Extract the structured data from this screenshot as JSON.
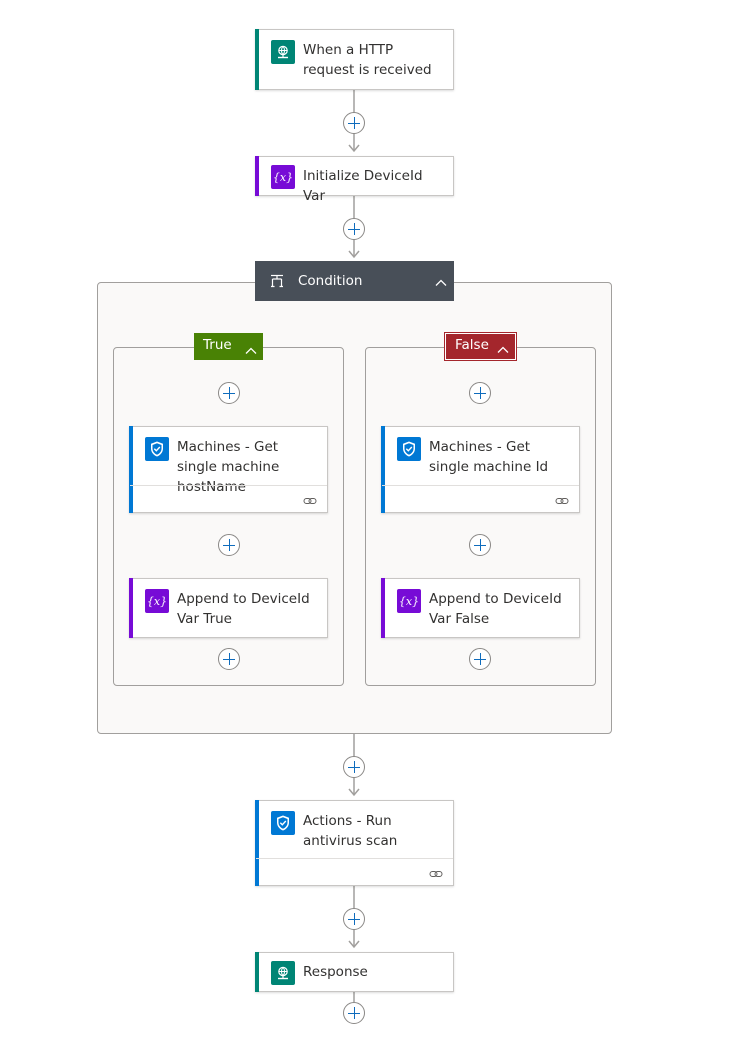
{
  "flow": {
    "trigger": {
      "title": "When a HTTP request is received",
      "icon": "http-request-icon",
      "accent": "#008575"
    },
    "init_var": {
      "title": "Initialize DeviceId Var",
      "icon": "variable-icon",
      "accent": "#770bd6"
    },
    "condition": {
      "title": "Condition",
      "icon": "condition-icon",
      "header_color": "#484f58"
    },
    "true_branch": {
      "label": "True",
      "color": "#498205",
      "get_machine": {
        "title": "Machines - Get single machine hostName",
        "icon": "defender-shield-icon"
      },
      "append": {
        "title": "Append to DeviceId Var True",
        "icon": "variable-icon"
      }
    },
    "false_branch": {
      "label": "False",
      "color": "#a4262c",
      "get_machine": {
        "title": "Machines - Get single machine Id",
        "icon": "defender-shield-icon"
      },
      "append": {
        "title": "Append to DeviceId Var False",
        "icon": "variable-icon"
      }
    },
    "antivirus": {
      "title": "Actions - Run antivirus scan",
      "icon": "defender-shield-icon",
      "accent": "#0078d4"
    },
    "response": {
      "title": "Response",
      "icon": "http-request-icon",
      "accent": "#008575"
    }
  }
}
